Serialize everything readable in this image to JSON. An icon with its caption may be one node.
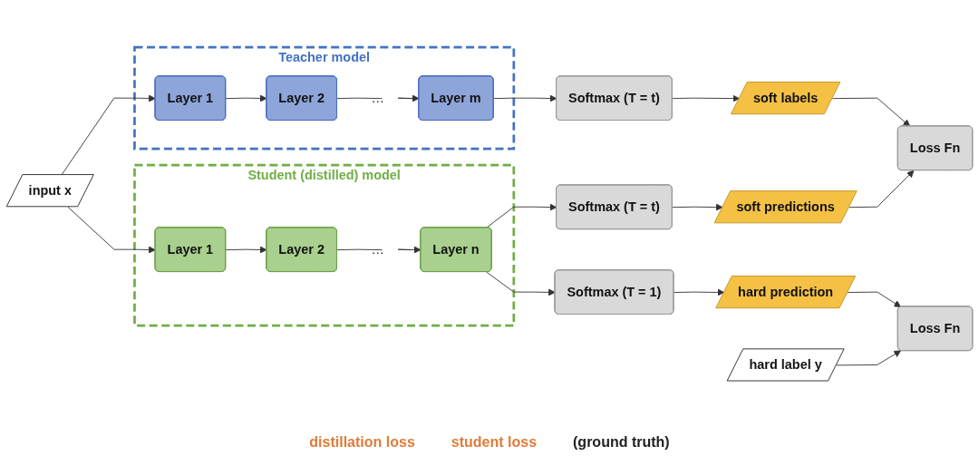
{
  "diagram": {
    "nodes": [
      {
        "text": [
          "input x"
        ]
      },
      {
        "text": [
          "Teacher model"
        ]
      },
      {
        "text": [
          "Layer 1"
        ],
        "in": 1
      },
      {
        "text": [
          "Layer 2"
        ],
        "in": 1
      },
      {
        "text": [
          "…"
        ],
        "in": 1
      },
      {
        "text": [
          "Layer m"
        ],
        "in": 1
      },
      {
        "text": [
          "Softmax (T = t)"
        ]
      },
      {
        "text": [
          "soft labels"
        ]
      },
      {
        "text": [
          "Student (distilled) model"
        ]
      },
      {
        "text": [
          "Layer 1"
        ],
        "in": 8
      },
      {
        "text": [
          "Layer 2"
        ],
        "in": 8
      },
      {
        "text": [
          "…"
        ],
        "in": 8
      },
      {
        "text": [
          "Layer n"
        ],
        "in": 8
      },
      {
        "text": [
          "Softmax (T = t)"
        ]
      },
      {
        "text": [
          "soft predictions"
        ]
      },
      {
        "text": [
          "Softmax (T = 1)"
        ]
      },
      {
        "text": [
          "hard prediction"
        ]
      },
      {
        "text": [
          "Loss Fn"
        ]
      },
      {
        "text": [
          "Loss Fn"
        ]
      },
      {
        "text": [
          "hard label y"
        ]
      }
    ],
    "edges": [
      {
        "from": 0,
        "to": 2,
        "arrow": "to"
      },
      {
        "from": 0,
        "to": 9,
        "arrow": "to"
      },
      {
        "from": 2,
        "to": 3,
        "arrow": "to"
      },
      {
        "from": 3,
        "to": 4,
        "arrow": "none"
      },
      {
        "from": 4,
        "to": 5,
        "arrow": "to"
      },
      {
        "from": 5,
        "to": 6,
        "arrow": "to"
      },
      {
        "from": 6,
        "to": 7,
        "arrow": "to"
      },
      {
        "from": 7,
        "to": 17,
        "arrow": "to"
      },
      {
        "from": 9,
        "to": 10,
        "arrow": "to"
      },
      {
        "from": 10,
        "to": 11,
        "arrow": "none"
      },
      {
        "from": 11,
        "to": 12,
        "arrow": "to"
      },
      {
        "from": 12,
        "to": 13,
        "arrow": "to"
      },
      {
        "from": 12,
        "to": 15,
        "arrow": "to"
      },
      {
        "from": 13,
        "to": 14,
        "arrow": "to"
      },
      {
        "from": 14,
        "to": 17,
        "arrow": "to"
      },
      {
        "from": 15,
        "to": 16,
        "arrow": "to"
      },
      {
        "from": 16,
        "to": 18,
        "arrow": "to"
      },
      {
        "from": 19,
        "to": 18,
        "arrow": "to"
      }
    ],
    "labels": [
      "distillation loss",
      "student loss",
      "(ground truth)"
    ]
  }
}
